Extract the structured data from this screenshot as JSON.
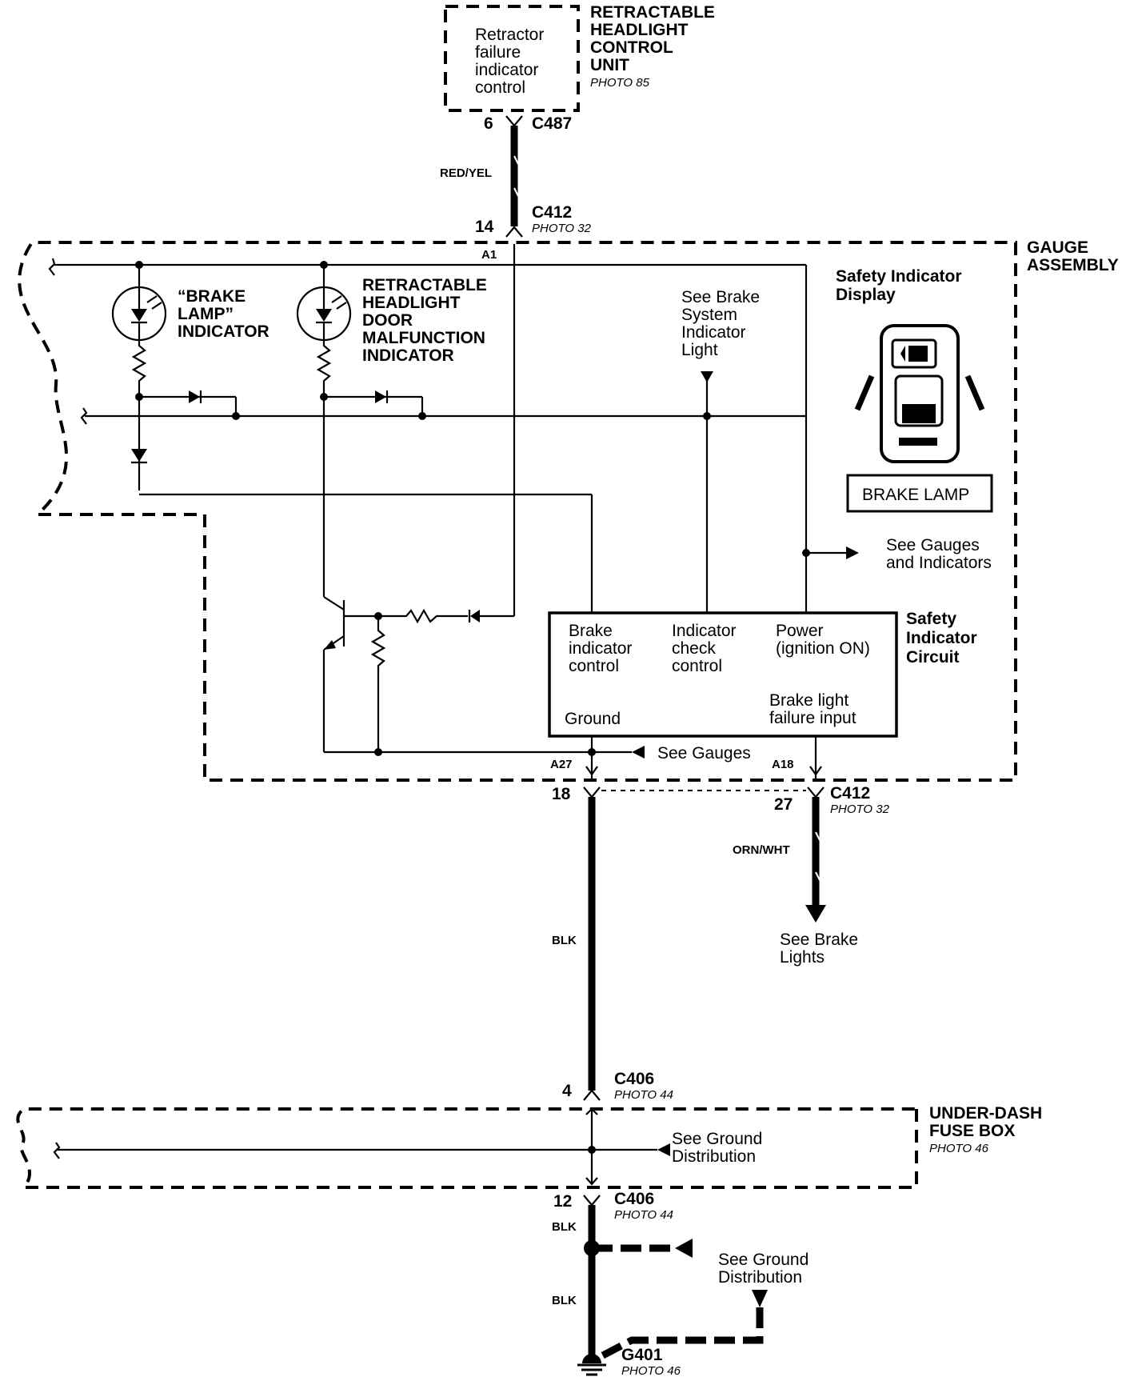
{
  "top_unit": {
    "title": [
      "RETRACTABLE",
      "HEADLIGHT",
      "CONTROL",
      "UNIT"
    ],
    "photo": "PHOTO 85",
    "function": [
      "Retractor",
      "failure",
      "indicator",
      "control"
    ],
    "pin": "6",
    "connector": "C487"
  },
  "wire_top": {
    "color": "RED/YEL"
  },
  "c412_top": {
    "pin": "14",
    "connector": "C412",
    "photo": "PHOTO 32",
    "terminal": "A1"
  },
  "gauge": {
    "title": [
      "GAUGE",
      "ASSEMBLY"
    ],
    "brake_lamp_label": [
      "“BRAKE",
      "LAMP”",
      "INDICATOR"
    ],
    "retract_label": [
      "RETRACTABLE",
      "HEADLIGHT",
      "DOOR",
      "MALFUNCTION",
      "INDICATOR"
    ],
    "see_brake_system": [
      "See Brake",
      "System",
      "Indicator",
      "Light"
    ],
    "safety_display_title": [
      "Safety Indicator",
      "Display"
    ],
    "brake_lamp_box": "BRAKE LAMP",
    "see_gauges_ind": [
      "See  Gauges",
      "and Indicators"
    ],
    "circuit_title": [
      "Safety",
      "Indicator",
      "Circuit"
    ],
    "circuit_brake_ctrl": [
      "Brake",
      "indicator",
      "control"
    ],
    "circuit_ind_check": [
      "Indicator",
      "check",
      "control"
    ],
    "circuit_power": [
      "Power",
      "(ignition ON)"
    ],
    "circuit_brake_light": [
      "Brake light",
      "failure input"
    ],
    "circuit_ground": "Ground",
    "see_gauges": "See Gauges",
    "terminal_a27": "A27",
    "terminal_a18": "A18"
  },
  "c412_bottom": {
    "pin_left": "18",
    "pin_right": "27",
    "connector": "C412",
    "photo": "PHOTO 32"
  },
  "wire_orn": {
    "color": "ORN/WHT",
    "dest": [
      "See Brake",
      "Lights"
    ]
  },
  "wire_blk1": {
    "color": "BLK"
  },
  "c406_top": {
    "pin": "4",
    "connector": "C406",
    "photo": "PHOTO 44"
  },
  "fuse_box": {
    "title": [
      "UNDER-DASH",
      "FUSE BOX"
    ],
    "photo": "PHOTO 46",
    "see_ground": [
      "See Ground",
      "Distribution"
    ]
  },
  "c406_bottom": {
    "pin": "12",
    "connector": "C406",
    "photo": "PHOTO 44"
  },
  "wire_blk2": {
    "color": "BLK"
  },
  "wire_blk3": {
    "color": "BLK"
  },
  "see_ground_2": [
    "See Ground",
    "Distribution"
  ],
  "ground": {
    "label": "G401",
    "photo": "PHOTO 46"
  }
}
